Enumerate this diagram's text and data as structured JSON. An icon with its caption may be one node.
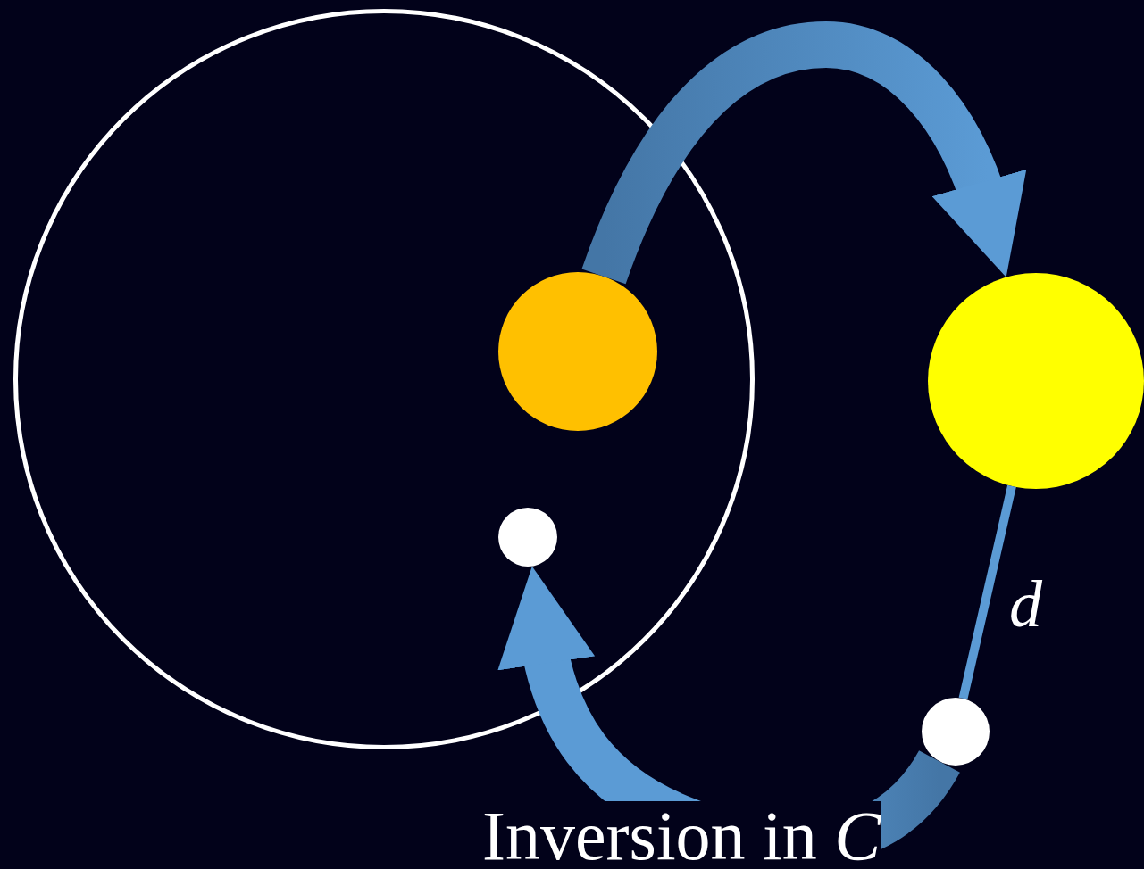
{
  "diagram": {
    "nodes": [
      {
        "text": [],
        "shape": "circle"
      },
      {
        "text": [],
        "shape": "circle",
        "in": 0
      },
      {
        "text": [],
        "shape": "circle",
        "in": 0
      },
      {
        "text": [],
        "shape": "circle"
      },
      {
        "text": [],
        "shape": "circle"
      }
    ],
    "edges": [
      {
        "from": 1,
        "to": 3,
        "arrow": "to"
      },
      {
        "from": 4,
        "to": 2,
        "arrow": "to",
        "label": "Inversion in *C*"
      },
      {
        "from": 3,
        "to": 4,
        "arrow": "none",
        "label": "d"
      }
    ]
  }
}
